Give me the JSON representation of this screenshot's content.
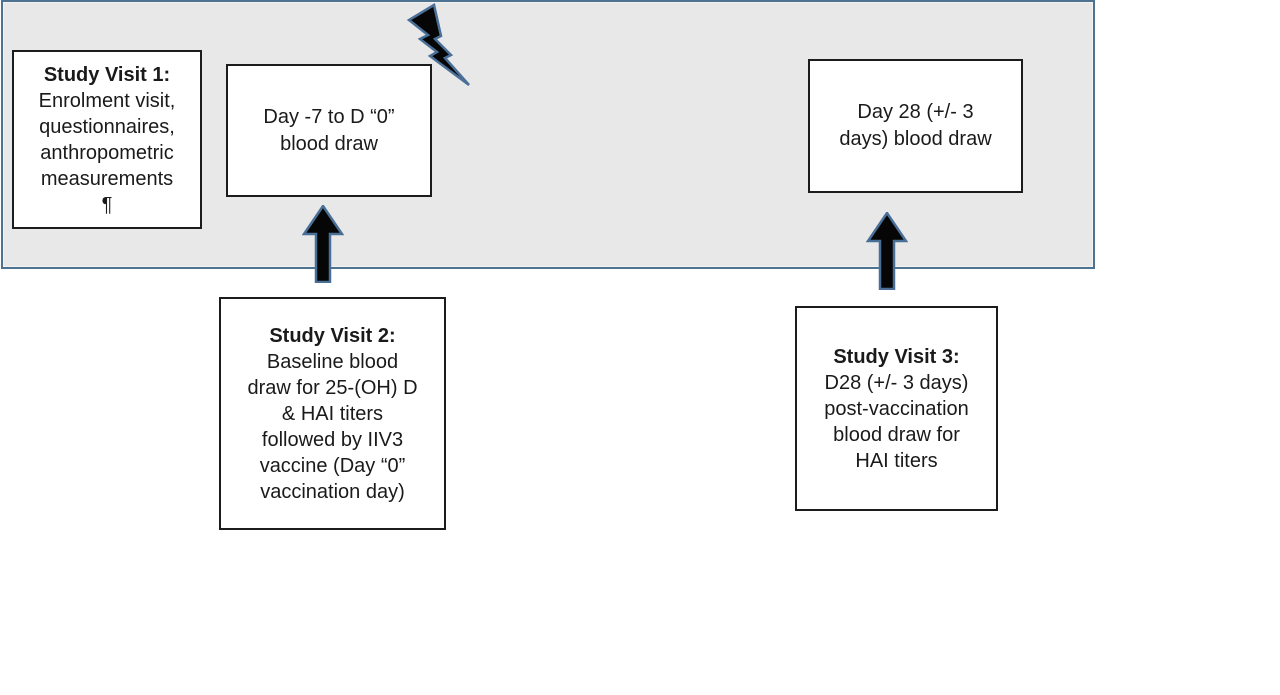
{
  "diagram": {
    "description": "Study visit timeline flow diagram",
    "timeline_band": {
      "fill_color": "#e8e8e8",
      "border_color": "#4e7390"
    },
    "boxes": {
      "study_visit_1": {
        "title": "Study Visit 1:",
        "lines": [
          "Enrolment visit,",
          "questionnaires,",
          "anthropometric",
          "measurements",
          "¶"
        ]
      },
      "baseline_window_draw": {
        "lines": [
          "Day -7 to D “0”",
          "blood draw"
        ]
      },
      "day28_draw": {
        "lines": [
          "Day 28 (+/- 3",
          "days) blood draw"
        ]
      },
      "study_visit_2": {
        "title": "Study Visit 2:",
        "lines": [
          "Baseline blood",
          "draw for 25-(OH) D",
          "& HAI titers",
          "followed by IIV3",
          "vaccine (Day “0”",
          "vaccination day)"
        ]
      },
      "study_visit_3": {
        "title": "Study Visit 3:",
        "lines": [
          "D28 (+/- 3 days)",
          "post-vaccination",
          "blood draw for",
          "HAI titers"
        ]
      }
    },
    "icons": {
      "lightning_bolt": "lightning-bolt-icon",
      "arrow_visit2": "block-up-arrow",
      "arrow_visit3": "block-up-arrow"
    },
    "colors": {
      "box_border": "#1c1c1c",
      "text": "#1a1a1a",
      "shape_fill": "#060606",
      "shape_outline": "#4a6f97",
      "band_fill": "#e8e8e8",
      "band_border": "#4e7390",
      "page_background": "#ffffff"
    }
  }
}
